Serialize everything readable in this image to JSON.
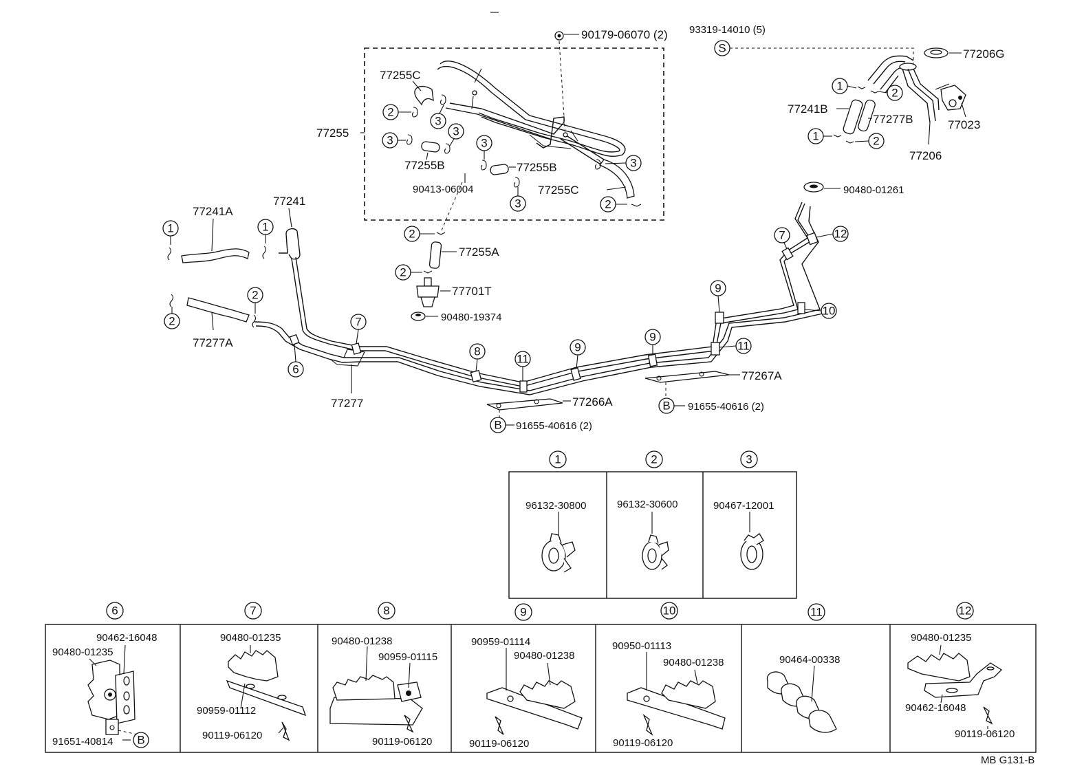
{
  "labels": {
    "p90179": "90179-06070 (2)",
    "p93319": "93319-14010 (5)",
    "p77206G": "77206G",
    "p77255C_top": "77255C",
    "p77255": "77255",
    "p77255B_l": "77255B",
    "p77255B_r": "77255B",
    "p90413": "90413-06004",
    "p77255C_bot": "77255C",
    "p77241B": "77241B",
    "p77277B": "77277B",
    "p77023": "77023",
    "p77206": "77206",
    "p90480_01261": "90480-01261",
    "p77241A": "77241A",
    "p77241": "77241",
    "p77255A": "77255A",
    "p77701T": "77701T",
    "p90480_19374": "90480-19374",
    "p77277A": "77277A",
    "p77277": "77277",
    "p77266A": "77266A",
    "p91655_l": "91655-40616 (2)",
    "p77267A": "77267A",
    "p91655_r": "91655-40616 (2)",
    "footer": "MB  G131-B"
  },
  "callouts": {
    "c1": "1",
    "c2": "2",
    "c3": "3",
    "c6": "6",
    "c7": "7",
    "c8": "8",
    "c9": "9",
    "c10": "10",
    "c11": "11",
    "c12": "12",
    "S": "S",
    "B": "B"
  },
  "clamp_table": {
    "headers": [
      "1",
      "2",
      "3"
    ],
    "parts": [
      "96132-30800",
      "96132-30600",
      "90467-12001"
    ]
  },
  "clamp_sets": [
    {
      "num": "6",
      "parts": [
        "90462-16048",
        "90480-01235",
        "91651-40814"
      ]
    },
    {
      "num": "7",
      "parts": [
        "90480-01235",
        "90959-01112",
        "90119-06120"
      ]
    },
    {
      "num": "8",
      "parts": [
        "90480-01238",
        "90959-01115",
        "90119-06120"
      ]
    },
    {
      "num": "9",
      "parts": [
        "90959-01114",
        "90480-01238",
        "90119-06120"
      ]
    },
    {
      "num": "10",
      "parts": [
        "90950-01113",
        "90480-01238",
        "90119-06120"
      ]
    },
    {
      "num": "11",
      "parts": [
        "90464-00338"
      ]
    },
    {
      "num": "12",
      "parts": [
        "90480-01235",
        "90462-16048",
        "90119-06120"
      ]
    }
  ]
}
